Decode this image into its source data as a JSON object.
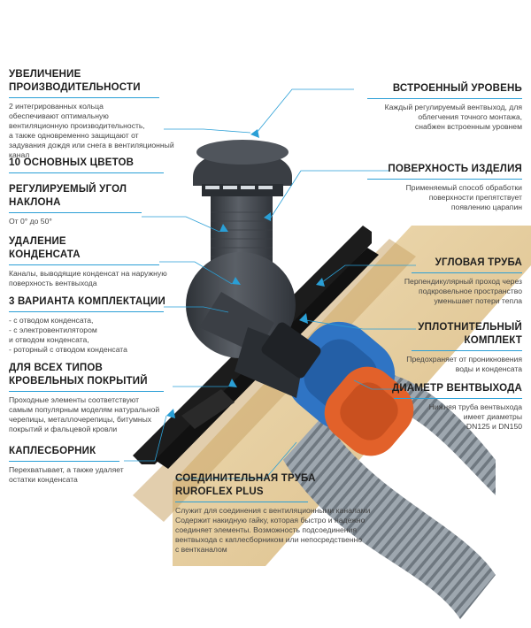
{
  "colors": {
    "accent": "#2a9fd6",
    "pipe_gray": "#4b4f55",
    "corrugated": "#9aa3ab",
    "blue_seal": "#2f74c4",
    "orange_seal": "#e2612a",
    "wood": "#e6cfa1",
    "roof": "#1c1c1c"
  },
  "left": [
    {
      "title": "УВЕЛИЧЕНИЕ\nПРОИЗВОДИТЕЛЬНОСТИ",
      "desc": "2 интегрированных кольца\nобеспечивают оптимальную\nвентиляционную производительность,\nа также одновременно защищают от\nзадувания дождя или снега в вентиляционный\nканал"
    },
    {
      "title": "10 ОСНОВНЫХ ЦВЕТОВ",
      "desc": ""
    },
    {
      "title": "РЕГУЛИРУЕМЫЙ УГОЛ\nНАКЛОНА",
      "desc": "От 0° до 50°"
    },
    {
      "title": "УДАЛЕНИЕ\nКОНДЕНСАТА",
      "desc": "Каналы, выводящие конденсат на наружную\nповерхность вентвыхода"
    },
    {
      "title": "3 ВАРИАНТА КОМПЛЕКТАЦИИ",
      "desc": "- с отводом конденсата,\n- с электровентилятором\n  и отводом конденсата,\n- роторный с отводом конденсата"
    },
    {
      "title": "ДЛЯ ВСЕХ ТИПОВ\nКРОВЕЛЬНЫХ ПОКРЫТИЙ",
      "desc": "Проходные элементы соответствуют\nсамым популярным моделям натуральной\nчерепицы, металлочерепицы, битумных\nпокрытий и фальцевой кровли"
    },
    {
      "title": "КАПЛЕСБОРНИК",
      "desc": "Перехватывает, а также удаляет\nостатки конденсата"
    }
  ],
  "right": [
    {
      "title": "ВСТРОЕННЫЙ УРОВЕНЬ",
      "desc": "Каждый регулируемый вентвыход, для\nоблегчения точного монтажа,\nснабжен встроенным уровнем"
    },
    {
      "title": "ПОВЕРХНОСТЬ ИЗДЕЛИЯ",
      "desc": "Применяемый способ обработки\nповерхности препятствует\nпоявлению царапин"
    },
    {
      "title": "УГЛОВАЯ ТРУБА",
      "desc": "Перпендикулярный проход через\nподкровельное пространство\nуменьшает потери тепла"
    },
    {
      "title": "УПЛОТНИТЕЛЬНЫЙ\nКОМПЛЕКТ",
      "desc": "Предохраняет от проникновения\nводы и конденсата"
    },
    {
      "title": "ДИАМЕТР ВЕНТВЫХОДА",
      "desc": "Нижняя труба вентвыхода\nимеет диаметры\nDN125 и DN150"
    }
  ],
  "bottom": {
    "title": "СОЕДИНИТЕЛЬНАЯ ТРУБА\nRUROFLEX PLUS",
    "desc": "Служит для соединения с вентиляционными каналами\nСодержит накидную гайку, которая быстро и надежно\nсоединяет элементы. Возможность подсоединения\nвентвыхода с каплесборником или непосредственно\nс вентканалом"
  }
}
